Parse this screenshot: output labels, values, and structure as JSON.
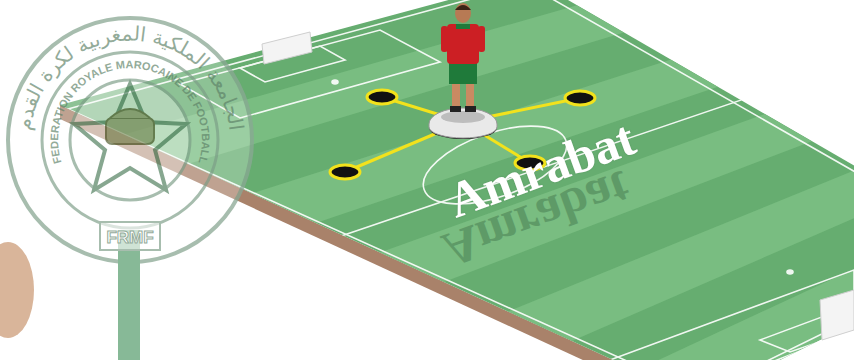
{
  "diagram": {
    "labels": [
      "الجامعة الملكية المغربية لكرة القدم",
      "FEDERATION ROYALE MAROCAINE DE FOOTBALL",
      "FRMF",
      "Amrabat",
      "Amrabat"
    ]
  }
}
